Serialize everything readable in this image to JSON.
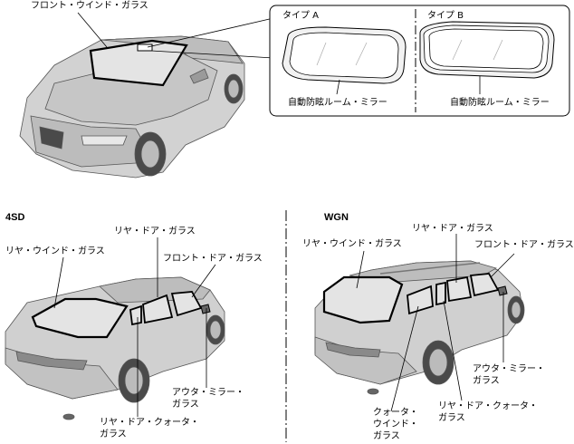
{
  "top": {
    "windshield_label": "フロント・ウインド・ガラス",
    "type_a": "タイプ A",
    "type_b": "タイプ B",
    "mirror_a_label": "自動防眩ルーム・ミラー",
    "mirror_b_label": "自動防眩ルーム・ミラー"
  },
  "sedan": {
    "title": "4SD",
    "rear_door_glass": "リヤ・ドア・ガラス",
    "rear_window_glass": "リヤ・ウインド・ガラス",
    "front_door_glass": "フロント・ドア・ガラス",
    "outer_mirror_glass_1": "アウタ・ミラー・",
    "outer_mirror_glass_2": "ガラス",
    "rear_quarter_glass_1": "リヤ・ドア・クォータ・",
    "rear_quarter_glass_2": "ガラス"
  },
  "wagon": {
    "title": "WGN",
    "rear_door_glass": "リヤ・ドア・ガラス",
    "rear_window_glass": "リヤ・ウインド・ガラス",
    "front_door_glass": "フロント・ドア・ガラス",
    "outer_mirror_glass_1": "アウタ・ミラー・",
    "outer_mirror_glass_2": "ガラス",
    "quarter_window_1": "クォータ・",
    "quarter_window_2": "ウインド・",
    "quarter_window_3": "ガラス",
    "rear_quarter_glass_1": "リヤ・ドア・クォータ・",
    "rear_quarter_glass_2": "ガラス"
  }
}
